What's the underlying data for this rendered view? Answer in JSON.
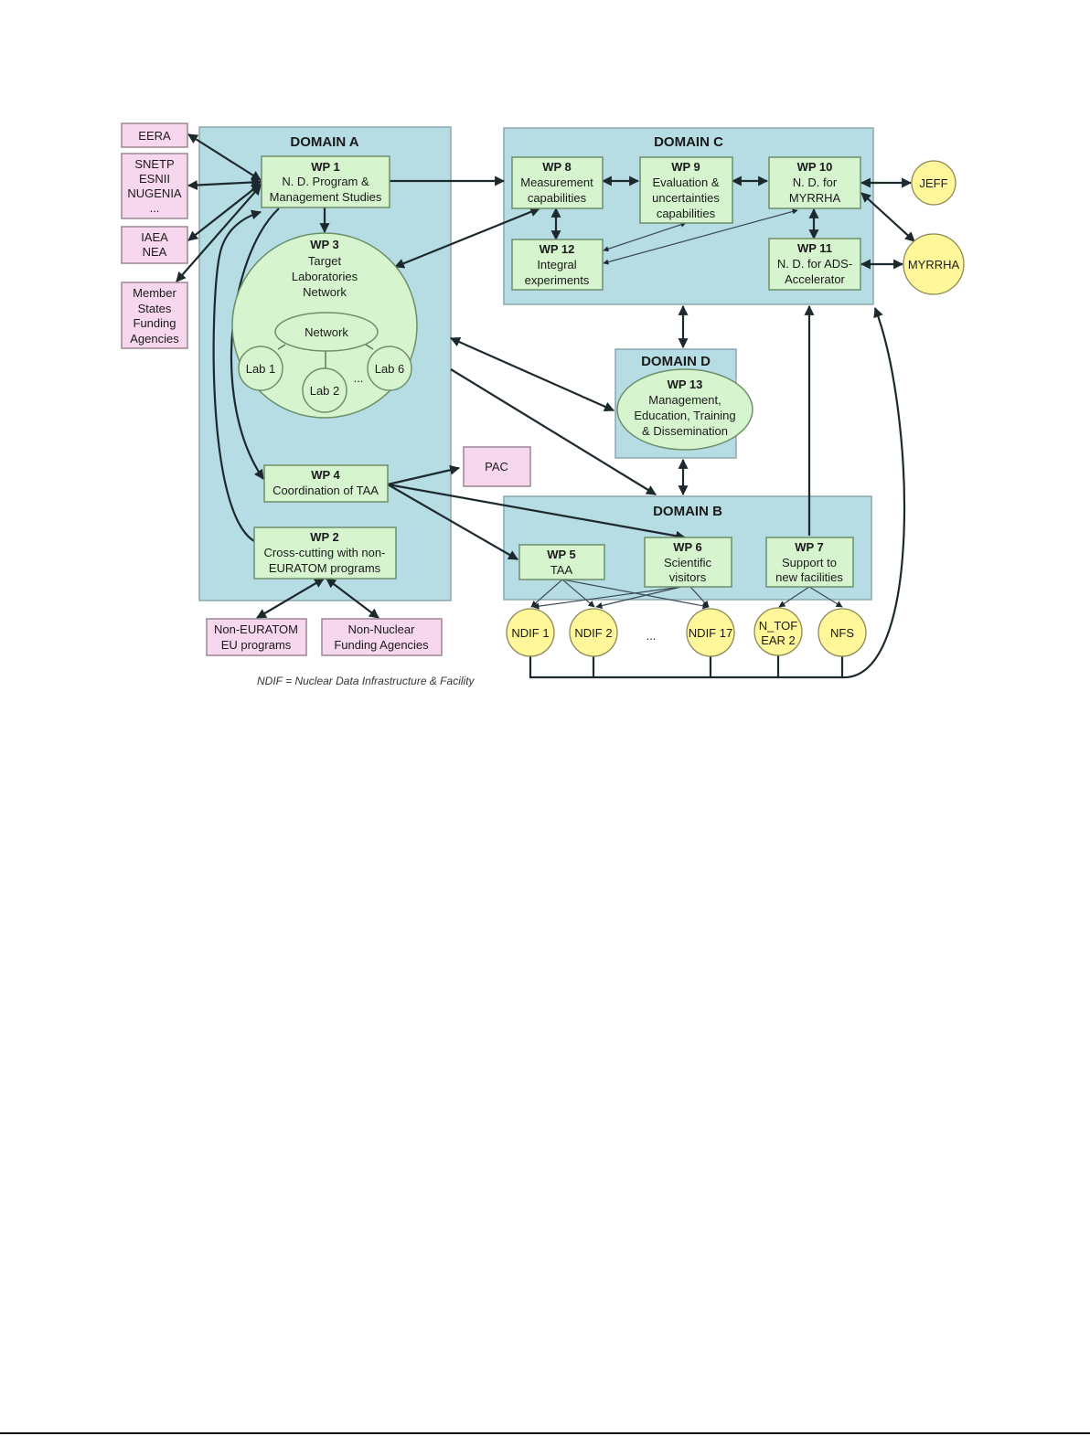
{
  "domains": {
    "a": {
      "title": "DOMAIN A"
    },
    "b": {
      "title": "DOMAIN B"
    },
    "c": {
      "title": "DOMAIN C"
    },
    "d": {
      "title": "DOMAIN D"
    }
  },
  "work_packages": {
    "wp1": {
      "id": "WP 1",
      "lines": [
        "N. D. Program &",
        "Management Studies"
      ]
    },
    "wp2": {
      "id": "WP 2",
      "lines": [
        "Cross-cutting with non-",
        "EURATOM programs"
      ]
    },
    "wp3": {
      "id": "WP 3",
      "lines": [
        "Target",
        "Laboratories",
        "Network"
      ]
    },
    "wp4": {
      "id": "WP 4",
      "lines": [
        "Coordination of TAA"
      ]
    },
    "wp5": {
      "id": "WP 5",
      "lines": [
        "TAA"
      ]
    },
    "wp6": {
      "id": "WP 6",
      "lines": [
        "Scientific",
        "visitors"
      ]
    },
    "wp7": {
      "id": "WP 7",
      "lines": [
        "Support to",
        "new facilities"
      ]
    },
    "wp8": {
      "id": "WP 8",
      "lines": [
        "Measurement",
        "capabilities"
      ]
    },
    "wp9": {
      "id": "WP 9",
      "lines": [
        "Evaluation &",
        "uncertainties",
        "capabilities"
      ]
    },
    "wp10": {
      "id": "WP 10",
      "lines": [
        "N. D. for",
        "MYRRHA"
      ]
    },
    "wp11": {
      "id": "WP 11",
      "lines": [
        "N. D. for ADS-",
        "Accelerator"
      ]
    },
    "wp12": {
      "id": "WP 12",
      "lines": [
        "Integral",
        "experiments"
      ]
    },
    "wp13": {
      "id": "WP 13",
      "lines": [
        "Management,",
        "Education, Training",
        "& Dissemination"
      ]
    }
  },
  "lab_network": {
    "hub": "Network",
    "labs": [
      "Lab 1",
      "Lab 2",
      "Lab 6"
    ],
    "ellipsis": "..."
  },
  "external_bodies": {
    "eera": {
      "lines": [
        "EERA"
      ]
    },
    "snetp": {
      "lines": [
        "SNETP",
        "ESNII",
        "NUGENIA",
        "..."
      ]
    },
    "iaea": {
      "lines": [
        "IAEA",
        "NEA"
      ]
    },
    "member_states": {
      "lines": [
        "Member",
        "States",
        "Funding",
        "Agencies"
      ]
    },
    "pac": {
      "lines": [
        "PAC"
      ]
    },
    "non_euratom": {
      "lines": [
        "Non-EURATOM",
        "EU programs"
      ]
    },
    "non_nuclear": {
      "lines": [
        "Non-Nuclear",
        "Funding Agencies"
      ]
    }
  },
  "facilities": {
    "jeff": {
      "lines": [
        "JEFF"
      ]
    },
    "myrrha": {
      "lines": [
        "MYRRHA"
      ]
    },
    "ndif1": {
      "lines": [
        "NDIF 1"
      ]
    },
    "ndif2": {
      "lines": [
        "NDIF 2"
      ]
    },
    "ndif_ellipsis": "...",
    "ndif17": {
      "lines": [
        "NDIF 17"
      ]
    },
    "ntof": {
      "lines": [
        "N_TOF",
        "EAR 2"
      ]
    },
    "nfs": {
      "lines": [
        "NFS"
      ]
    }
  },
  "footnote": "NDIF = Nuclear Data Infrastructure  & Facility",
  "colors": {
    "domain_fill": "#b7dde4",
    "wp_fill": "#d6f5cf",
    "external_fill": "#f7d7ee",
    "facility_fill": "#fff79a",
    "edge": "#1c2a2e"
  }
}
